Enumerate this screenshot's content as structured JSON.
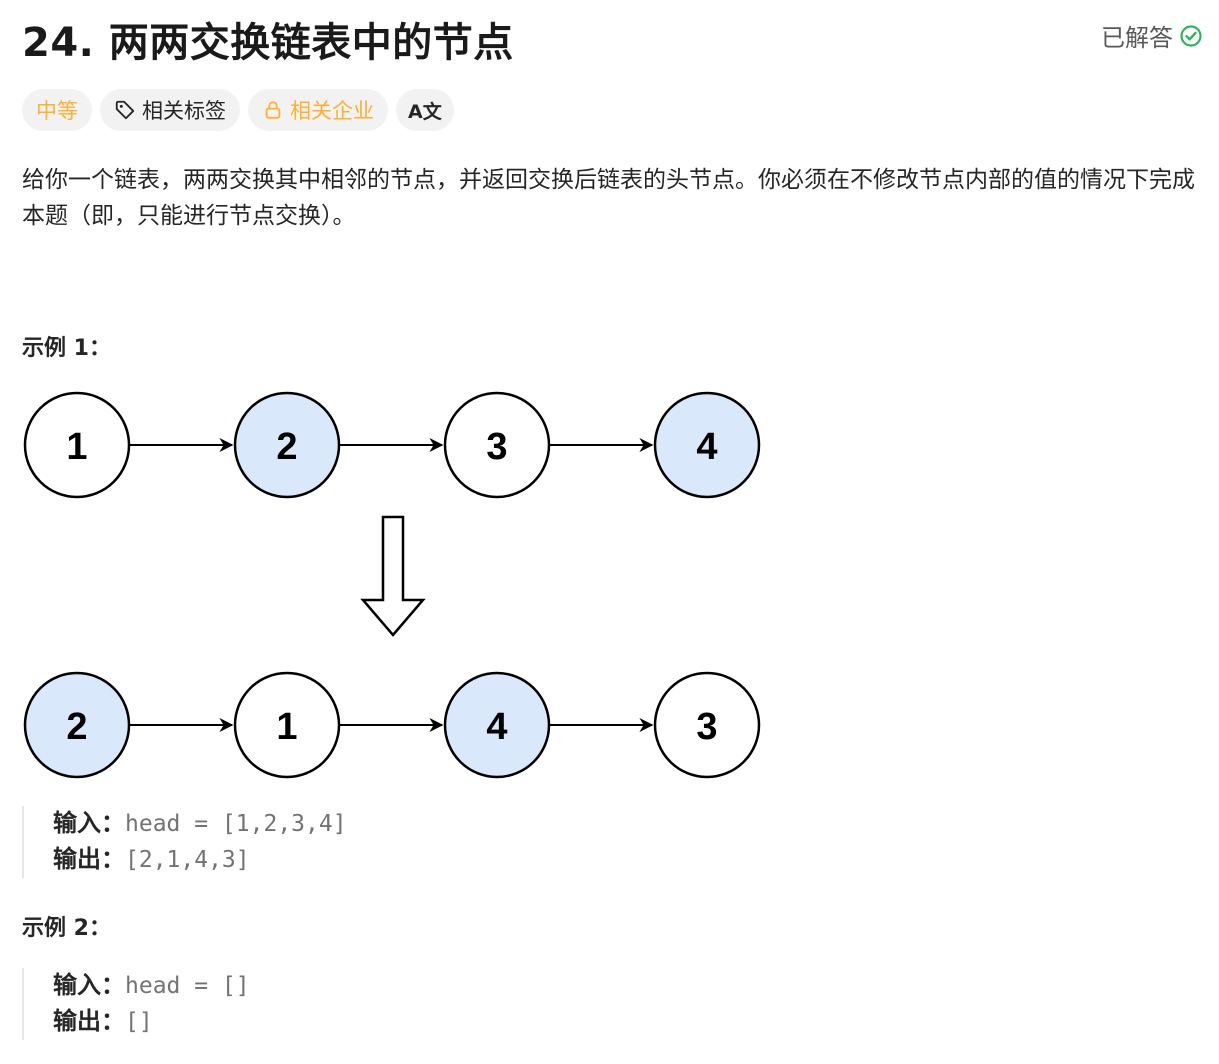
{
  "problem": {
    "title": "24. 两两交换链表中的节点",
    "solved_label": "已解答",
    "description": "给你一个链表，两两交换其中相邻的节点，并返回交换后链表的头节点。你必须在不修改节点内部的值的情况下完成本题（即，只能进行节点交换）。"
  },
  "tags": {
    "difficulty": "中等",
    "related_tags": "相关标签",
    "related_companies": "相关企业",
    "translate": "A文"
  },
  "examples": [
    {
      "title": "示例 1：",
      "input_label": "输入：",
      "input_value": "head = [1,2,3,4]",
      "output_label": "输出：",
      "output_value": "[2,1,4,3]",
      "diagram": {
        "before": [
          "1",
          "2",
          "3",
          "4"
        ],
        "after": [
          "2",
          "1",
          "4",
          "3"
        ]
      }
    },
    {
      "title": "示例 2：",
      "input_label": "输入：",
      "input_value": "head = []",
      "output_label": "输出：",
      "output_value": "[]"
    }
  ],
  "colors": {
    "accent_orange": "#ffb02e",
    "solved_green": "#2db55d",
    "node_blue": "#dae8fc"
  },
  "icons": {
    "solved": "check-circle-icon",
    "tag": "tag-icon",
    "lock": "lock-icon"
  }
}
